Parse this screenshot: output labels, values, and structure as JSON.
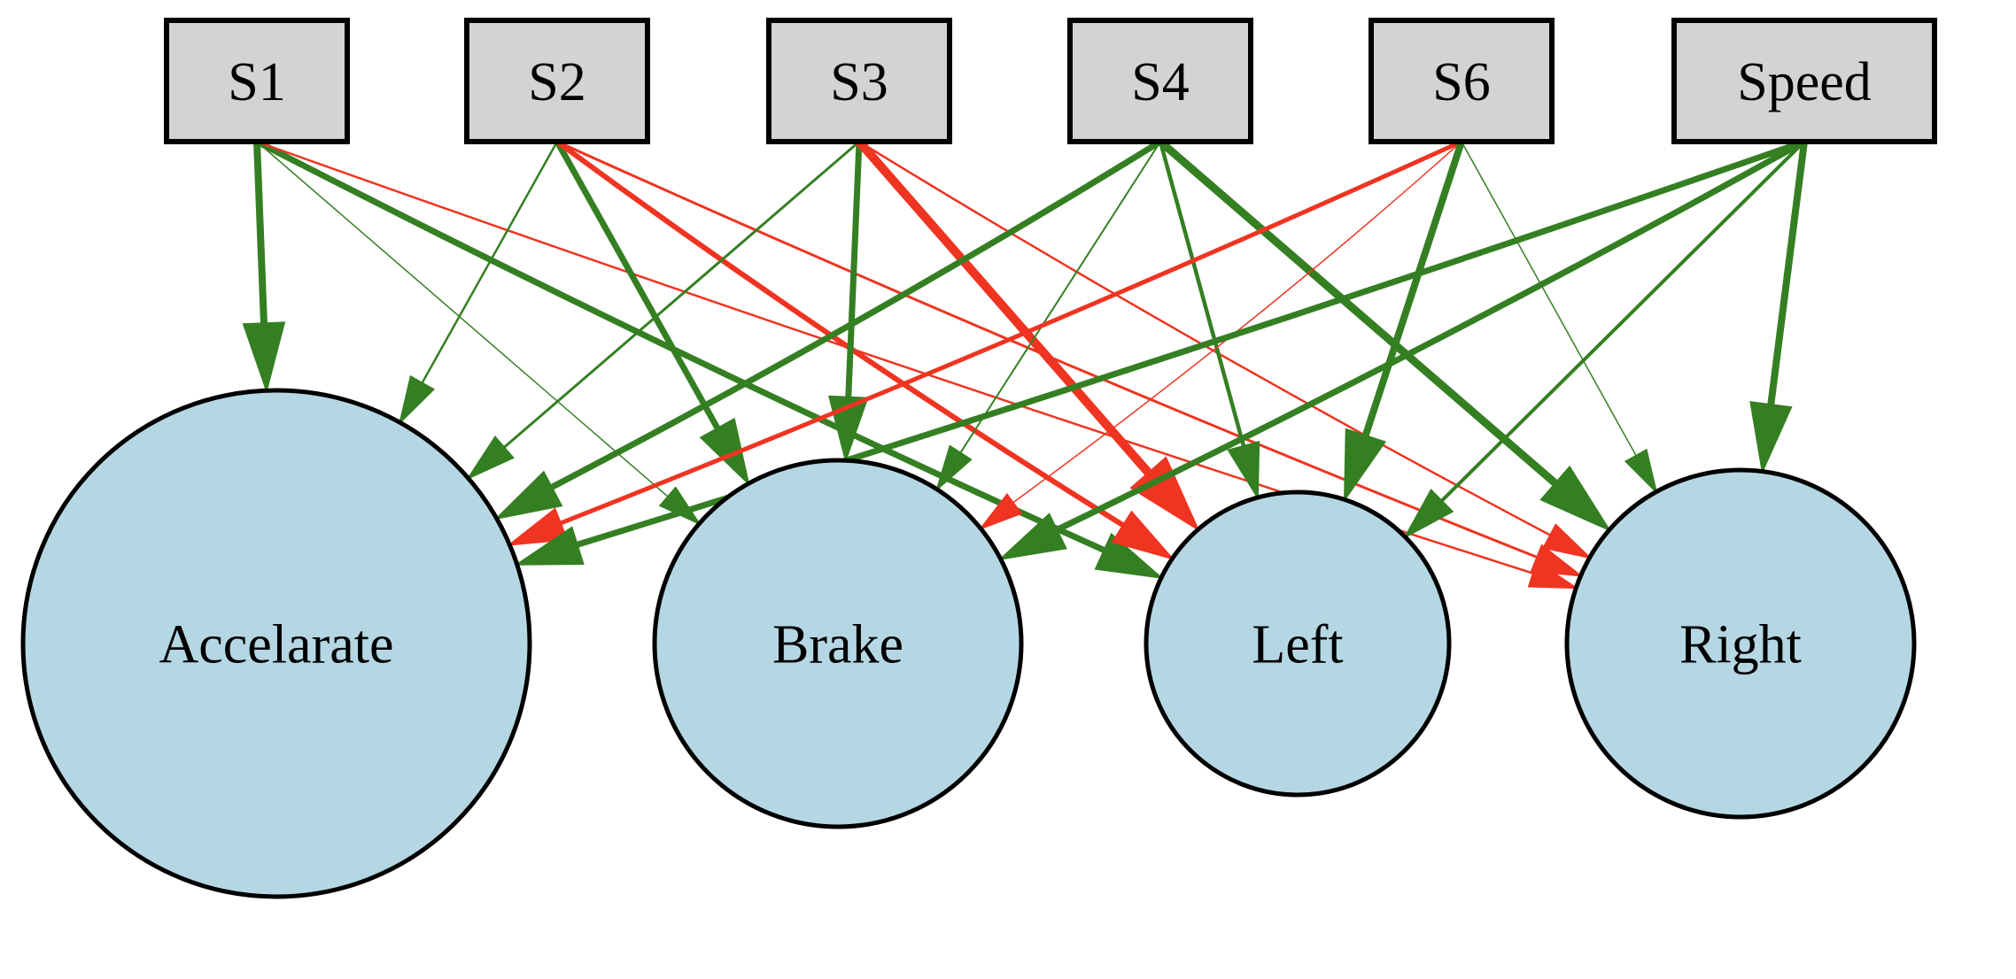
{
  "diagram": {
    "type": "neural-network",
    "inputs": [
      {
        "id": "S1",
        "label": "S1"
      },
      {
        "id": "S2",
        "label": "S2"
      },
      {
        "id": "S3",
        "label": "S3"
      },
      {
        "id": "S4",
        "label": "S4"
      },
      {
        "id": "S6",
        "label": "S6"
      },
      {
        "id": "Speed",
        "label": "Speed"
      }
    ],
    "outputs": [
      {
        "id": "Accelarate",
        "label": "Accelarate"
      },
      {
        "id": "Brake",
        "label": "Brake"
      },
      {
        "id": "Left",
        "label": "Left"
      },
      {
        "id": "Right",
        "label": "Right"
      }
    ],
    "edges": [
      {
        "from": "S1",
        "to": "Accelarate",
        "sign": "positive",
        "strength": 8
      },
      {
        "from": "S1",
        "to": "Brake",
        "sign": "positive",
        "strength": 1.5
      },
      {
        "from": "S1",
        "to": "Left",
        "sign": "positive",
        "strength": 7
      },
      {
        "from": "S1",
        "to": "Right",
        "sign": "negative",
        "strength": 2.5
      },
      {
        "from": "S2",
        "to": "Accelarate",
        "sign": "positive",
        "strength": 2.5
      },
      {
        "from": "S2",
        "to": "Brake",
        "sign": "positive",
        "strength": 7
      },
      {
        "from": "S2",
        "to": "Left",
        "sign": "negative",
        "strength": 6
      },
      {
        "from": "S2",
        "to": "Right",
        "sign": "negative",
        "strength": 3
      },
      {
        "from": "S3",
        "to": "Accelarate",
        "sign": "positive",
        "strength": 3
      },
      {
        "from": "S3",
        "to": "Brake",
        "sign": "positive",
        "strength": 7
      },
      {
        "from": "S3",
        "to": "Left",
        "sign": "negative",
        "strength": 10
      },
      {
        "from": "S3",
        "to": "Right",
        "sign": "negative",
        "strength": 2.5
      },
      {
        "from": "S4",
        "to": "Accelarate",
        "sign": "positive",
        "strength": 7
      },
      {
        "from": "S4",
        "to": "Brake",
        "sign": "positive",
        "strength": 2
      },
      {
        "from": "S4",
        "to": "Left",
        "sign": "positive",
        "strength": 4.5
      },
      {
        "from": "S4",
        "to": "Right",
        "sign": "positive",
        "strength": 9
      },
      {
        "from": "S6",
        "to": "Accelarate",
        "sign": "negative",
        "strength": 5
      },
      {
        "from": "S6",
        "to": "Brake",
        "sign": "negative",
        "strength": 1.5
      },
      {
        "from": "S6",
        "to": "Left",
        "sign": "positive",
        "strength": 8
      },
      {
        "from": "S6",
        "to": "Right",
        "sign": "positive",
        "strength": 1.5
      },
      {
        "from": "Speed",
        "to": "Accelarate",
        "sign": "positive",
        "strength": 7
      },
      {
        "from": "Speed",
        "to": "Brake",
        "sign": "positive",
        "strength": 7
      },
      {
        "from": "Speed",
        "to": "Left",
        "sign": "positive",
        "strength": 4
      },
      {
        "from": "Speed",
        "to": "Right",
        "sign": "positive",
        "strength": 8
      }
    ]
  },
  "colors": {
    "positive_edge": "#357f23",
    "negative_edge": "#ef3421",
    "input_fill": "#d3d3d3",
    "output_fill": "#b5d7e3",
    "node_stroke": "#000000"
  }
}
